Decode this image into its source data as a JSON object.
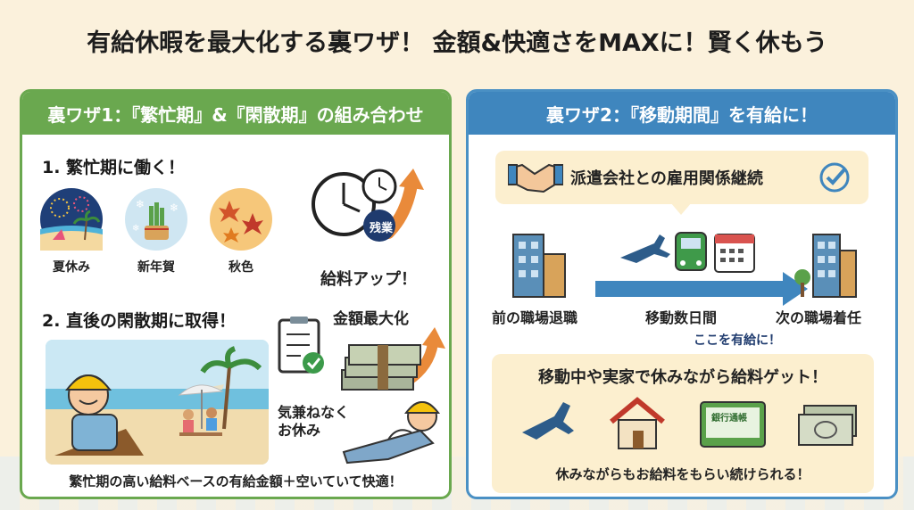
{
  "title": "有給休暇を最大化する裏ワザ！ 金額&快適さをMAXに！賢く休もう",
  "left": {
    "header": "裏ワザ1：『繁忙期』&『閑散期』の組み合わせ",
    "step1": "1. 繁忙期に働く！",
    "seasons": [
      "夏休み",
      "新年賀",
      "秋色"
    ],
    "overtime_badge": "残業",
    "salary_up": "給料アップ！",
    "step2": "2. 直後の閑散期に取得！",
    "amount_max": "金額最大化",
    "relax": "気兼ねなく\nお休み",
    "footer": "繁忙期の高い給料ベースの有給金額＋空いていて快適！"
  },
  "right": {
    "header": "裏ワザ2：『移動期間』を有給に！",
    "employment": "派遣会社との雇用関係継続",
    "prev_job": "前の職場退職",
    "moving_days": "移動数日間",
    "next_job": "次の職場着任",
    "paid_here": "ここを有給に！",
    "get_salary": "移動中や実家で休みながら給料ゲット！",
    "bankbook_label": "銀行通帳",
    "footer": "休みながらもお給料をもらい続けられる！"
  },
  "colors": {
    "green": "#6aa84f",
    "blue": "#3f86be",
    "orange": "#e98a3a",
    "navy": "#1f3b6e"
  }
}
